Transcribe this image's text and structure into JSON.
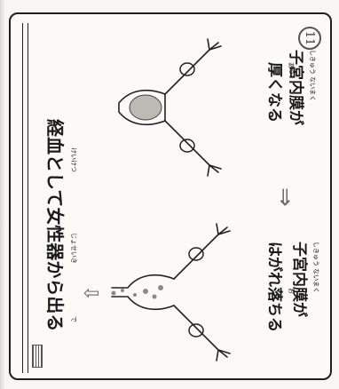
{
  "slide": {
    "number": "11",
    "step1": {
      "line1": "子宮内膜が",
      "line1_ruby": "しきゅう ないまく",
      "line2": "厚くなる",
      "line2_ruby": "あつ"
    },
    "step2": {
      "line1": "子宮内膜が",
      "line1_ruby": "しきゅう ないまく",
      "line2": "はがれ落ちる",
      "line2_ruby": "お"
    },
    "step3": {
      "text": "経血として女性器から出る",
      "ruby_keiketsu": "けいけつ",
      "ruby_josei": "じょせいき",
      "ruby_de": "で"
    },
    "arrow_right": "⇒",
    "arrow_down": "⇩"
  },
  "colors": {
    "ink": "#1a1a1a",
    "paper": "#fbfaf7",
    "arrow": "#6b6b6b"
  }
}
